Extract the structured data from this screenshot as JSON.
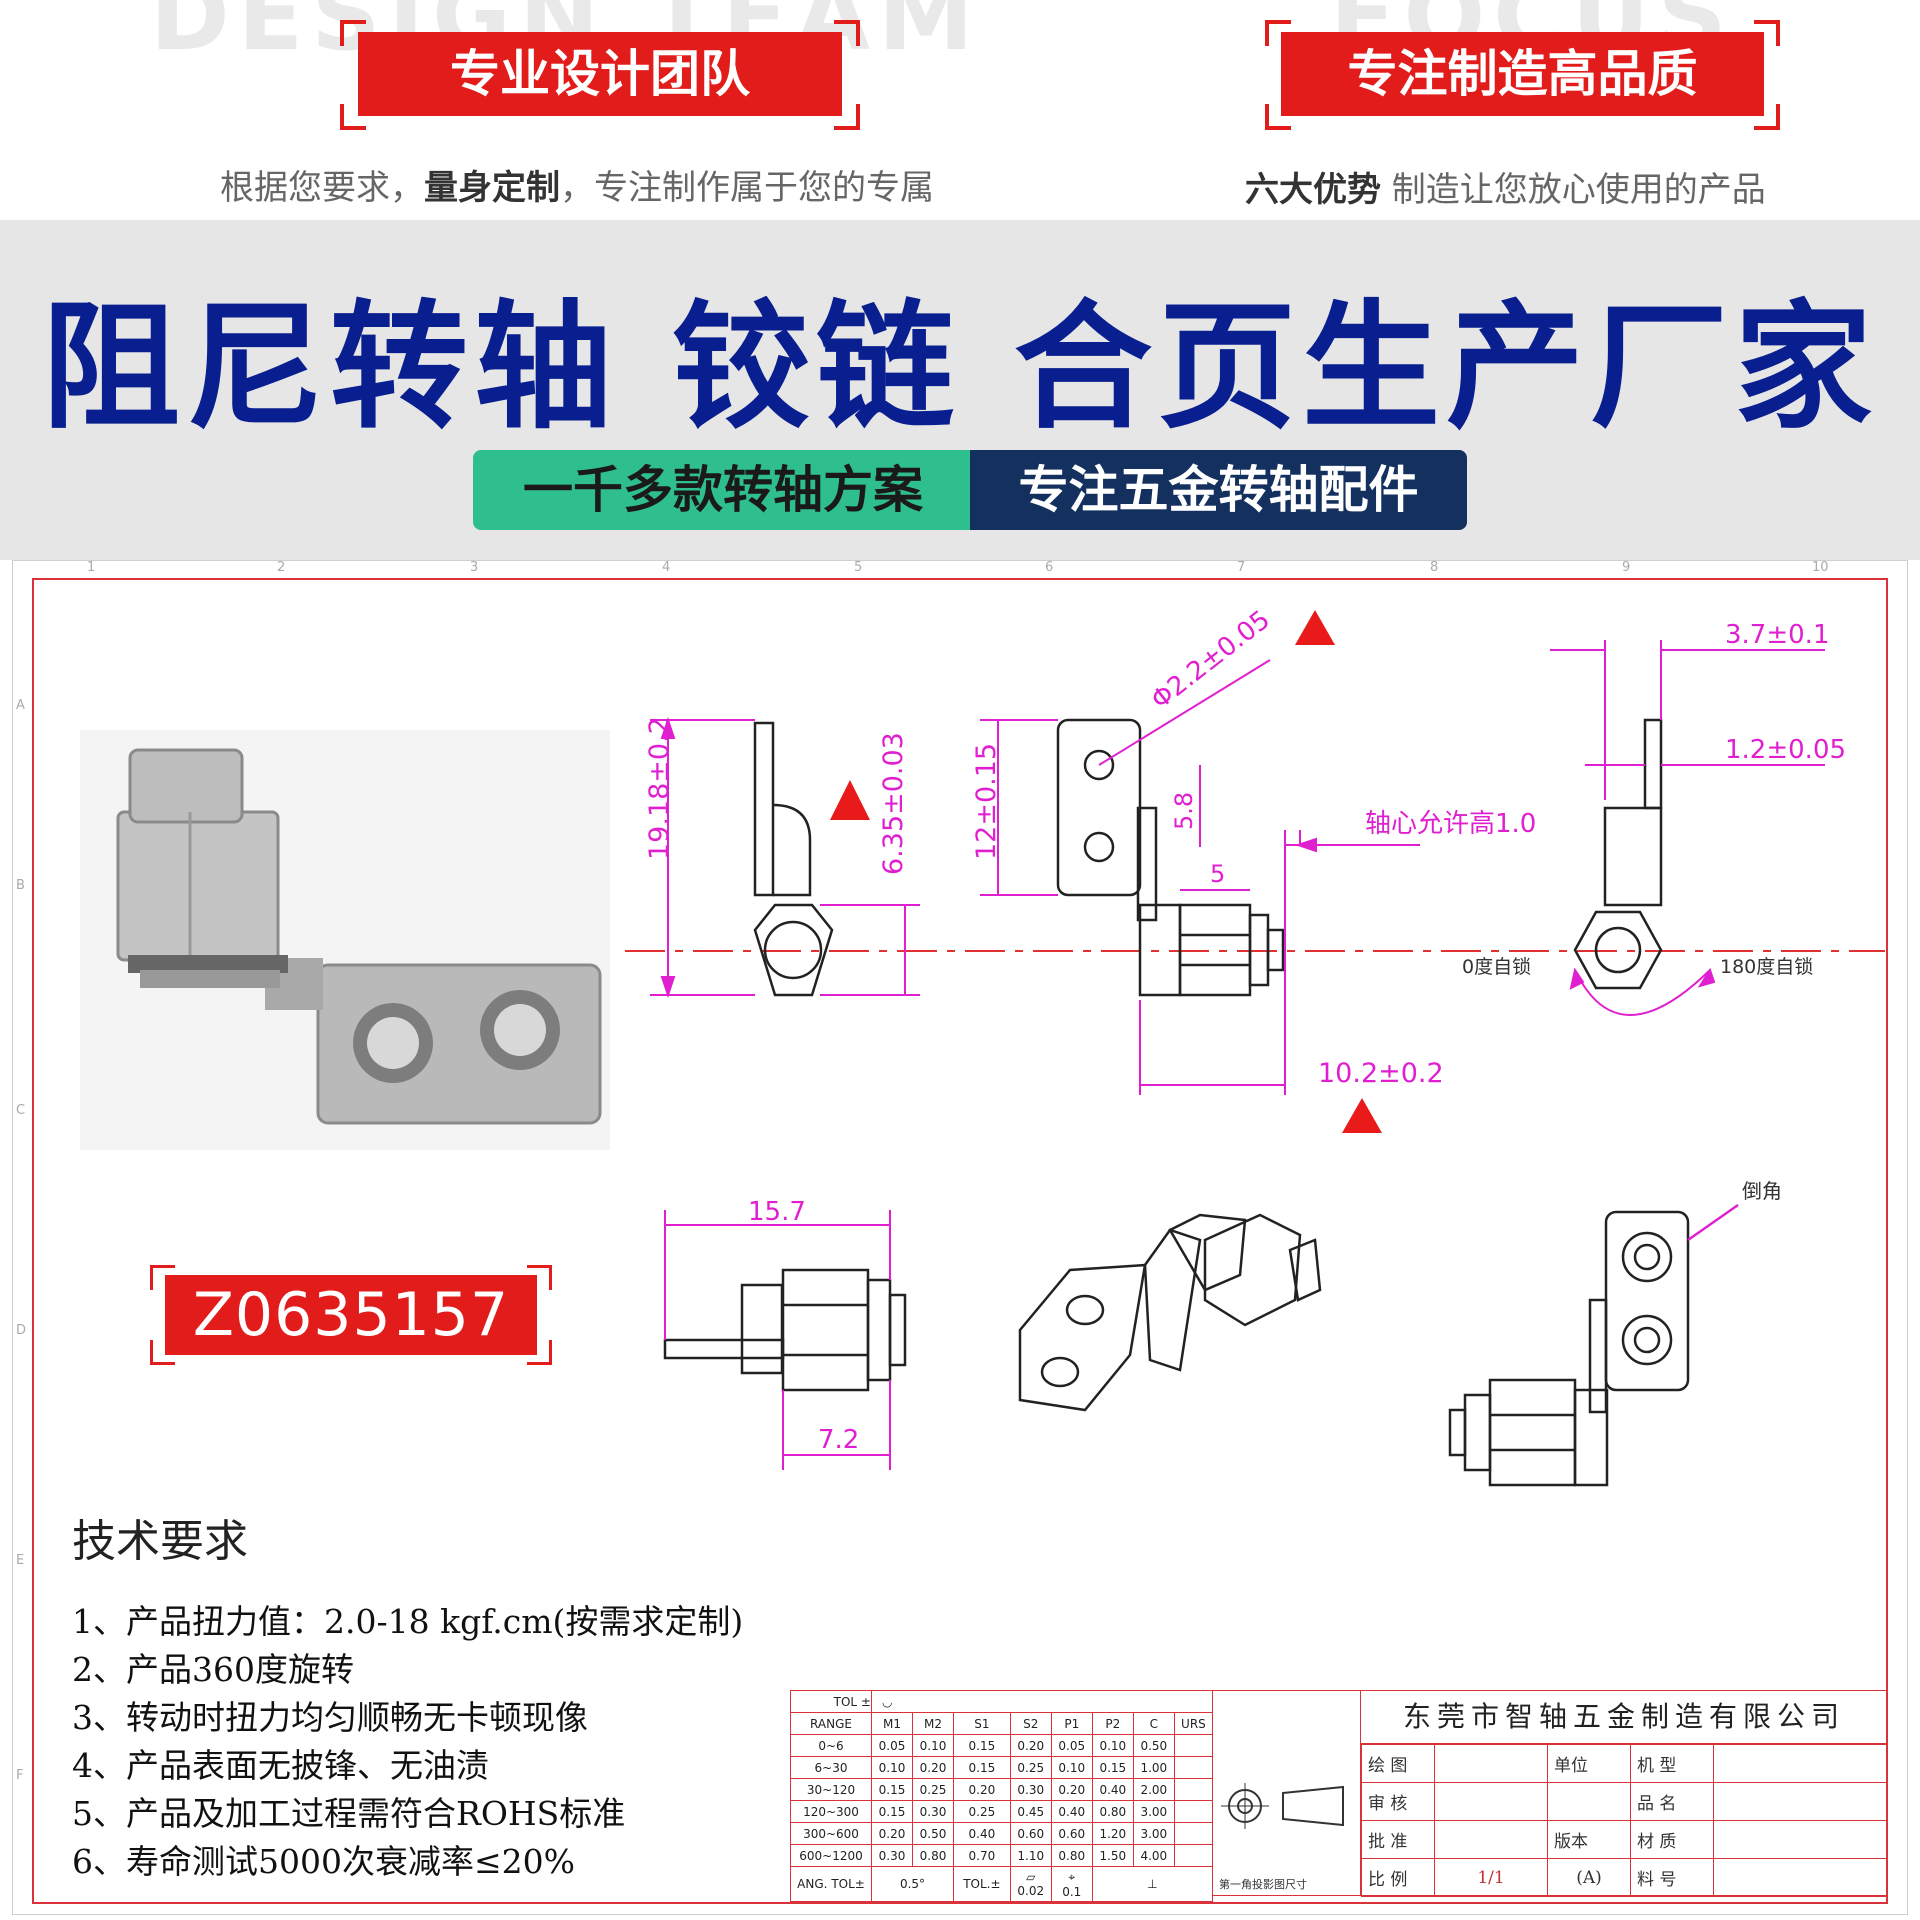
{
  "banner": {
    "ghost_left": "DESIGN TEAM",
    "ghost_right": "FOCUS",
    "box_left": "专业设计团队",
    "box_right": "专注制造高品质",
    "sub_left_pre": "根据您要求，",
    "sub_left_bold": "量身定制",
    "sub_left_post": "，专注制作属于您的专属",
    "sub_right_bold": "六大优势",
    "sub_right_post": " 制造让您放心使用的产品"
  },
  "title": {
    "main": "阻尼转轴 铰链 合页生产厂家",
    "pill_left": "一千多款转轴方案",
    "pill_right": "专注五金转轴配件"
  },
  "product": {
    "model": "Z0635157"
  },
  "dimensions": {
    "d1": "19.18±0.2",
    "d2": "6.35±0.03",
    "d3": "12±0.15",
    "d4": "Φ2.2±0.05",
    "d5": "5.8",
    "d6": "5",
    "d7": "10.2±0.2",
    "d8": "3.7±0.1",
    "d9": "1.2±0.05",
    "d10": "15.7",
    "d11": "7.2",
    "axis_note": "轴心允许高1.0",
    "lock0": "0度自锁",
    "lock180": "180度自锁",
    "chamfer": "倒角"
  },
  "grid": {
    "top_numbers": [
      "1",
      "2",
      "3",
      "4",
      "5",
      "6",
      "7",
      "8",
      "9",
      "10"
    ],
    "side_letters": [
      "A",
      "B",
      "C",
      "D",
      "E",
      "F"
    ]
  },
  "requirements": {
    "title": "技术要求",
    "items": [
      "1、产品扭力值：2.0-18 kgf.cm(按需求定制)",
      "2、产品360度旋转",
      "3、转动时扭力均匀顺畅无卡顿现像",
      "4、产品表面无披锋、无油渍",
      "5、产品及加工过程需符合ROHS标准",
      "6、寿命测试5000次衰减率≤20%"
    ]
  },
  "tolerance_table": {
    "tol_label": "TOL ±",
    "range_label": "RANGE",
    "headers": [
      "M1",
      "M2",
      "S1",
      "S2",
      "P1",
      "P2",
      "C",
      "URS"
    ],
    "rows": [
      {
        "range": "0~6",
        "values": [
          "0.05",
          "0.10",
          "0.15",
          "0.20",
          "0.05",
          "0.10",
          "0.50",
          ""
        ]
      },
      {
        "range": "6~30",
        "values": [
          "0.10",
          "0.20",
          "0.15",
          "0.25",
          "0.10",
          "0.15",
          "1.00",
          ""
        ]
      },
      {
        "range": "30~120",
        "values": [
          "0.15",
          "0.25",
          "0.20",
          "0.30",
          "0.20",
          "0.40",
          "2.00",
          ""
        ]
      },
      {
        "range": "120~300",
        "values": [
          "0.15",
          "0.30",
          "0.25",
          "0.45",
          "0.40",
          "0.80",
          "3.00",
          ""
        ]
      },
      {
        "range": "300~600",
        "values": [
          "0.20",
          "0.50",
          "0.40",
          "0.60",
          "0.60",
          "1.20",
          "3.00",
          ""
        ]
      },
      {
        "range": "600~1200",
        "values": [
          "0.30",
          "0.80",
          "0.70",
          "1.10",
          "0.80",
          "1.50",
          "4.00",
          ""
        ]
      }
    ],
    "ang_label": "ANG.",
    "ang_tol_label": "TOL±",
    "ang_value": "0.5°",
    "tol2_label": "TOL.±",
    "flat_value": "0.02",
    "pos_value": "0.1",
    "projection_note": "第一角投影图尺寸"
  },
  "title_block": {
    "company": "东莞市智轴五金制造有限公司",
    "draw": "绘 图",
    "check": "审 核",
    "approve": "批 准",
    "scale": "比 例",
    "scale_value": "1/1",
    "unit": "单位",
    "version": "版本",
    "version_value": "(A)",
    "model": "机 型",
    "name": "品 名",
    "material": "材 质",
    "part_no": "料 号"
  }
}
